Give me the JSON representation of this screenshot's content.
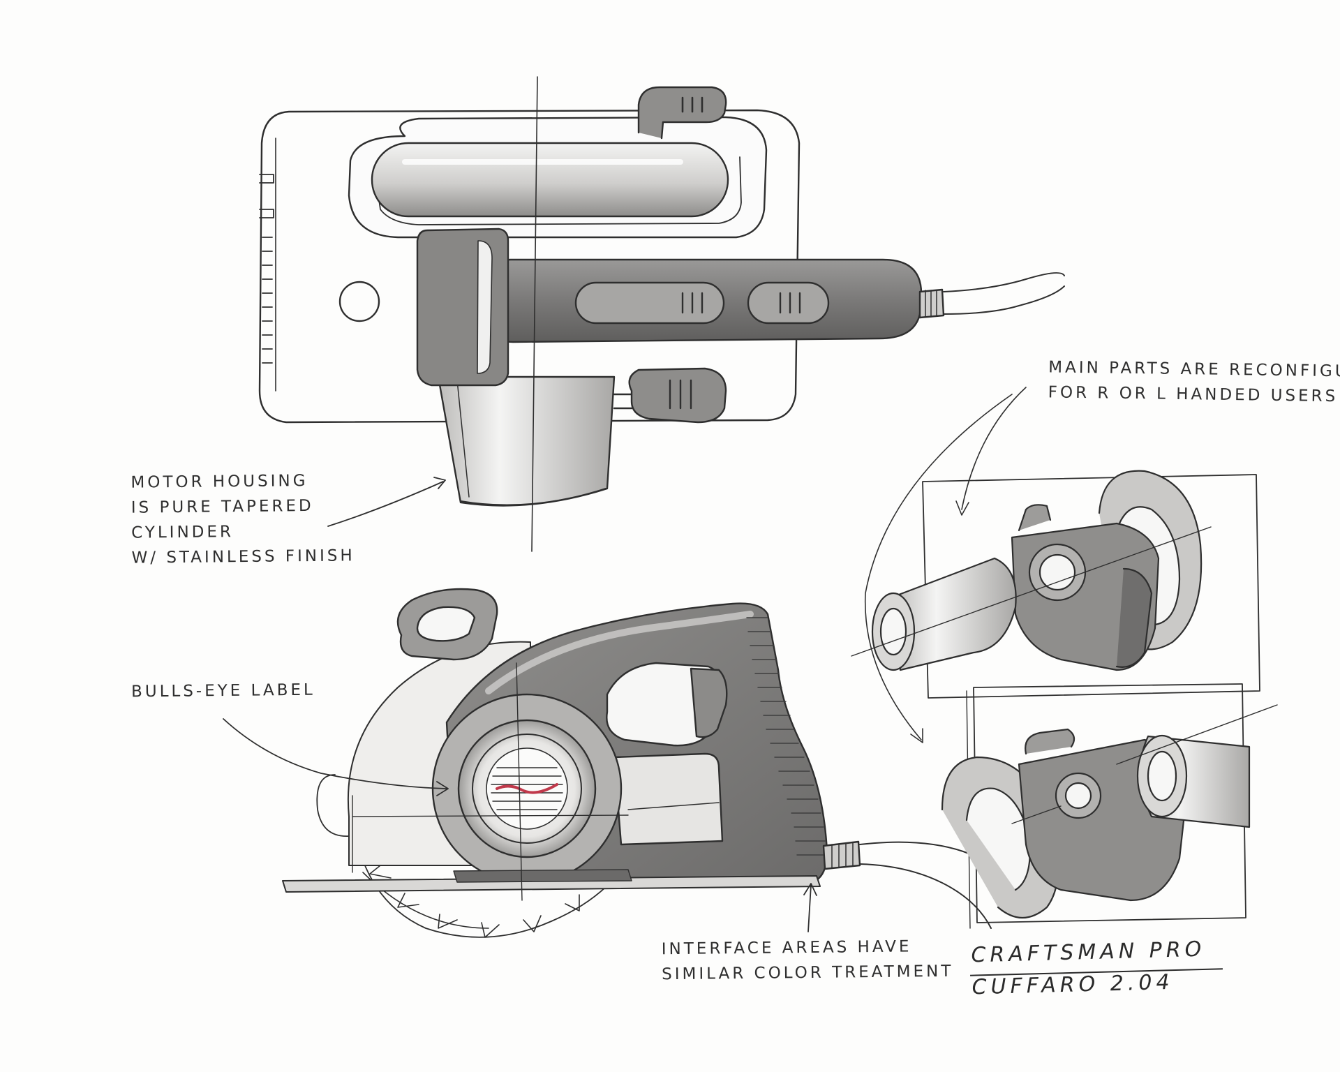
{
  "annotations": {
    "motor_housing": [
      "MOTOR HOUSING",
      "IS PURE TAPERED",
      "CYLINDER",
      "W/ STAINLESS FINISH"
    ],
    "bulls_eye": [
      "BULLS-EYE LABEL"
    ],
    "interface": [
      "INTERFACE AREAS HAVE",
      "SIMILAR COLOR TREATMENT"
    ],
    "reconfigurable": [
      "MAIN PARTS ARE RECONFIGURABLE",
      "FOR  R  OR  L  HANDED USERS"
    ]
  },
  "signature": {
    "line1": "CRAFTSMAN PRO",
    "line2": "CUFFARO  2.04"
  },
  "colors": {
    "ink": "#2e2e2e",
    "marker_dark": "#7d7d7d",
    "marker_mid": "#a9a8a6",
    "marker_light": "#dcdbd9",
    "paper": "#fdfdfc",
    "label_red": "#c0394b"
  }
}
